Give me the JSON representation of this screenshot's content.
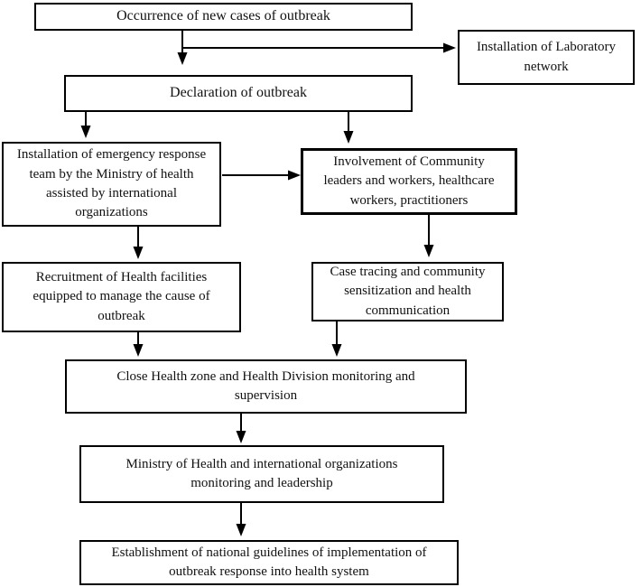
{
  "diagram": {
    "type": "flowchart",
    "colors": {
      "background": "#ffffff",
      "box_border": "#000000",
      "arrow": "#000000",
      "text": "#111111"
    },
    "boxes": [
      {
        "id": "occurrence",
        "label": "Occurrence of new cases of outbreak"
      },
      {
        "id": "laboratory",
        "label": "Installation of Laboratory\nnetwork"
      },
      {
        "id": "declaration",
        "label": "Declaration of outbreak"
      },
      {
        "id": "emergency-team",
        "label": "Installation of emergency response\nteam by the Ministry of health\nassisted by international\norganizations"
      },
      {
        "id": "community",
        "label": "Involvement of Community\nleaders and workers, healthcare\nworkers, practitioners"
      },
      {
        "id": "recruitment",
        "label": "Recruitment of Health facilities\nequipped to manage the cause of\noutbreak"
      },
      {
        "id": "case-tracing",
        "label": "Case tracing and community\nsensitization and health\ncommunication"
      },
      {
        "id": "close-monitoring",
        "label": "Close Health zone and Health Division monitoring and\nsupervision"
      },
      {
        "id": "ministry-monitoring",
        "label": "Ministry of Health and international organizations\nmonitoring and leadership"
      },
      {
        "id": "guidelines",
        "label": "Establishment of national guidelines of implementation of\noutbreak response into health system"
      }
    ],
    "connections": [
      {
        "from": "occurrence",
        "to": "declaration"
      },
      {
        "from": "occurrence",
        "to": "laboratory"
      },
      {
        "from": "declaration",
        "to": "emergency-team"
      },
      {
        "from": "declaration",
        "to": "community"
      },
      {
        "from": "emergency-team",
        "to": "community"
      },
      {
        "from": "emergency-team",
        "to": "recruitment"
      },
      {
        "from": "community",
        "to": "case-tracing"
      },
      {
        "from": "recruitment",
        "to": "close-monitoring"
      },
      {
        "from": "case-tracing",
        "to": "close-monitoring"
      },
      {
        "from": "close-monitoring",
        "to": "ministry-monitoring"
      },
      {
        "from": "ministry-monitoring",
        "to": "guidelines"
      }
    ]
  }
}
